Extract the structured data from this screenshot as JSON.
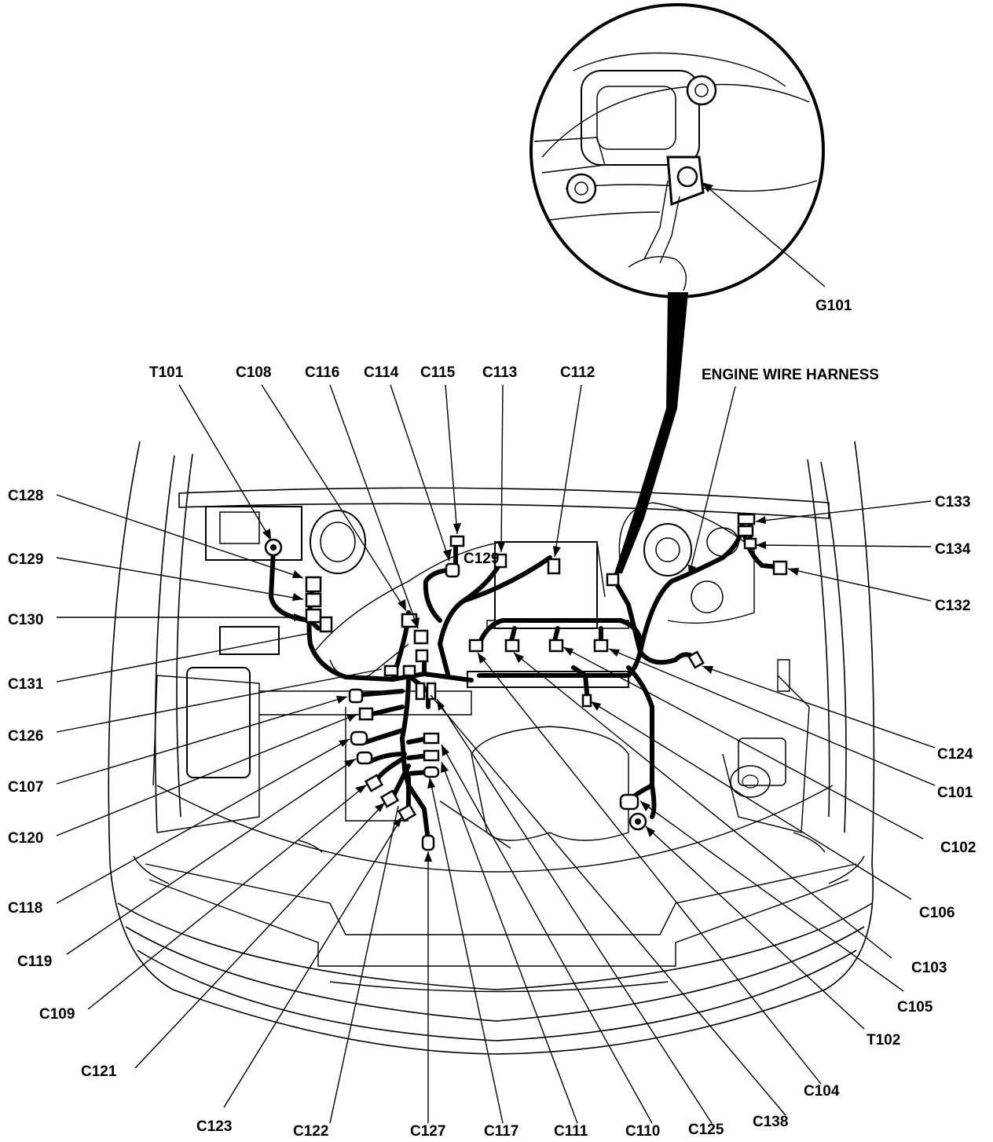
{
  "title": "ENGINE WIRE HARNESS",
  "ground_label": "G101",
  "callouts": [
    {
      "id": "T101"
    },
    {
      "id": "C108"
    },
    {
      "id": "C116"
    },
    {
      "id": "C114"
    },
    {
      "id": "C115"
    },
    {
      "id": "C113"
    },
    {
      "id": "C112"
    },
    {
      "id": "C128"
    },
    {
      "id": "C129"
    },
    {
      "id": "C130"
    },
    {
      "id": "C131"
    },
    {
      "id": "C126"
    },
    {
      "id": "C107"
    },
    {
      "id": "C120"
    },
    {
      "id": "C118"
    },
    {
      "id": "C119"
    },
    {
      "id": "C109"
    },
    {
      "id": "C121"
    },
    {
      "id": "C123"
    },
    {
      "id": "C122"
    },
    {
      "id": "C127"
    },
    {
      "id": "C117"
    },
    {
      "id": "C111"
    },
    {
      "id": "C110"
    },
    {
      "id": "C125"
    },
    {
      "id": "C138"
    },
    {
      "id": "C104"
    },
    {
      "id": "T102"
    },
    {
      "id": "C105"
    },
    {
      "id": "C103"
    },
    {
      "id": "C106"
    },
    {
      "id": "C102"
    },
    {
      "id": "C101"
    },
    {
      "id": "C124"
    },
    {
      "id": "C132"
    },
    {
      "id": "C134"
    },
    {
      "id": "C133"
    }
  ],
  "inline_label": "C129"
}
